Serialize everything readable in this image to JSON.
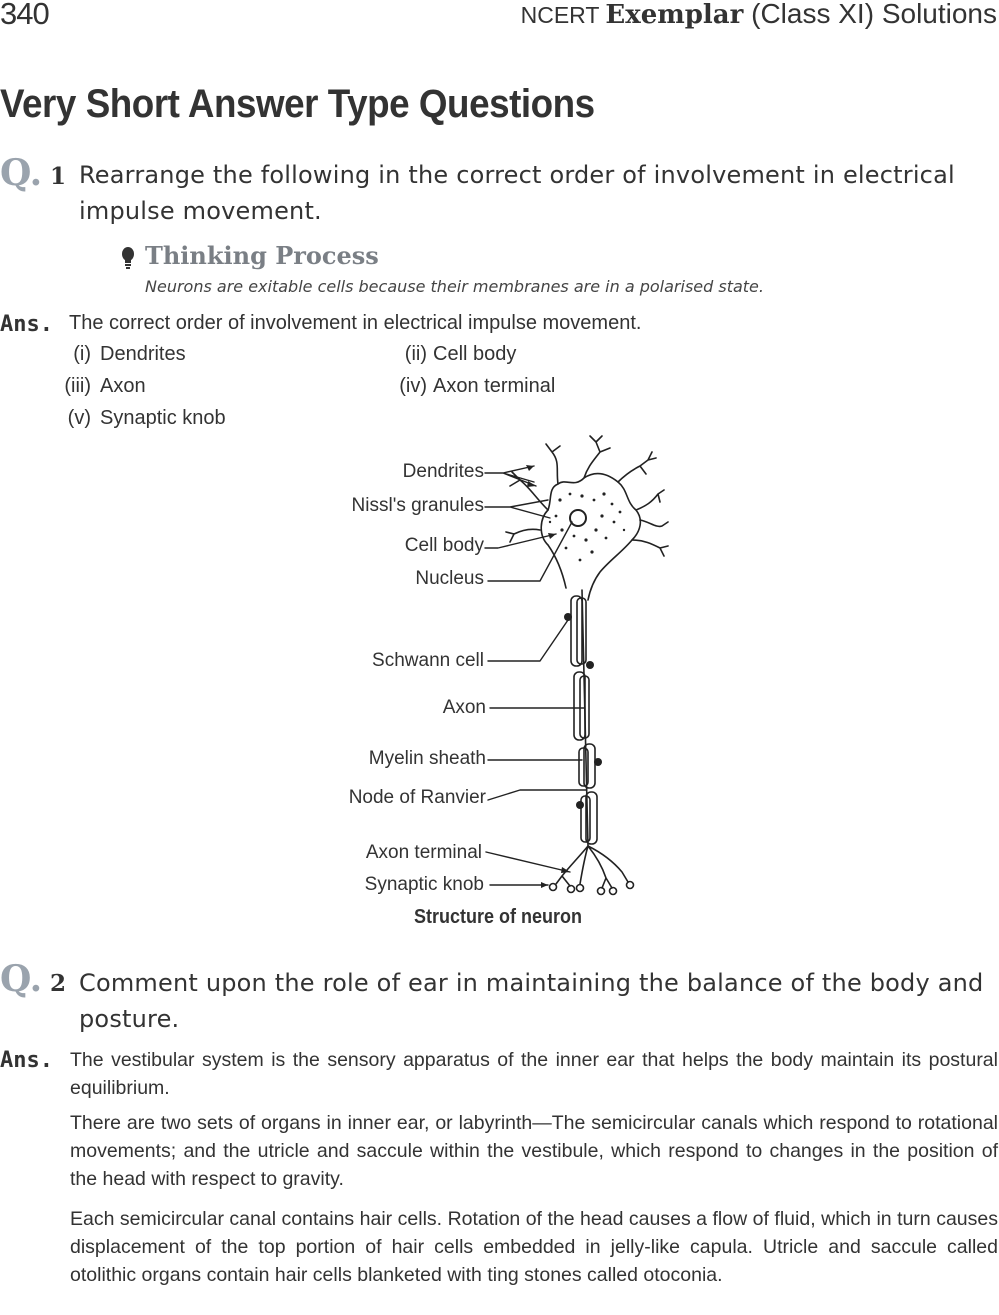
{
  "header": {
    "page_number": "340",
    "title_part1": "NCERT ",
    "title_part2": "Exemplar",
    "title_part3": " (Class XI) Solutions"
  },
  "section_title": "Very Short Answer Type Questions",
  "q1": {
    "mark": "Q.",
    "number": "1",
    "line1": "Rearrange the following in the correct order of involvement in electrical",
    "line2": "impulse movement.",
    "thinking_title": "Thinking Process",
    "thinking_body": "Neurons are exitable cells because their membranes are in a polarised state.",
    "answer_label": "Ans.",
    "answer_intro": "The correct order of involvement in electrical impulse movement.",
    "items": [
      {
        "num": "(i)",
        "text": "Dendrites"
      },
      {
        "num": "(ii)",
        "text": "Cell body"
      },
      {
        "num": "(iii)",
        "text": "Axon"
      },
      {
        "num": "(iv)",
        "text": "Axon terminal"
      },
      {
        "num": "(v)",
        "text": "Synaptic knob"
      }
    ]
  },
  "figure": {
    "labels": {
      "dendrites": "Dendrites",
      "nissl": "Nissl's granules",
      "cell_body": "Cell body",
      "nucleus": "Nucleus",
      "schwann": "Schwann cell",
      "axon": "Axon",
      "myelin": "Myelin sheath",
      "ranvier": "Node of Ranvier",
      "axon_terminal": "Axon terminal",
      "synaptic_knob": "Synaptic knob"
    },
    "caption": "Structure of neuron"
  },
  "q2": {
    "mark": "Q.",
    "number": "2",
    "line1": "Comment upon the role of ear in maintaining the balance of the body and",
    "line2": "posture.",
    "answer_label": "Ans.",
    "para1": "The vestibular system is the sensory apparatus of the inner ear that helps the body maintain its postural equilibrium.",
    "para2": "There are two sets of organs in inner ear, or labyrinth—The semicircular canals which respond to rotational movements; and the utricle and saccule within the vestibule, which respond to changes in the position of the head with respect to gravity.",
    "para3": "Each semicircular canal contains hair cells. Rotation of the head causes a flow of fluid, which in turn causes displacement of the top portion of hair cells embedded in jelly-like capula. Utricle and saccule called otolithic organs contain hair cells blanketed with ting stones called otoconia."
  }
}
